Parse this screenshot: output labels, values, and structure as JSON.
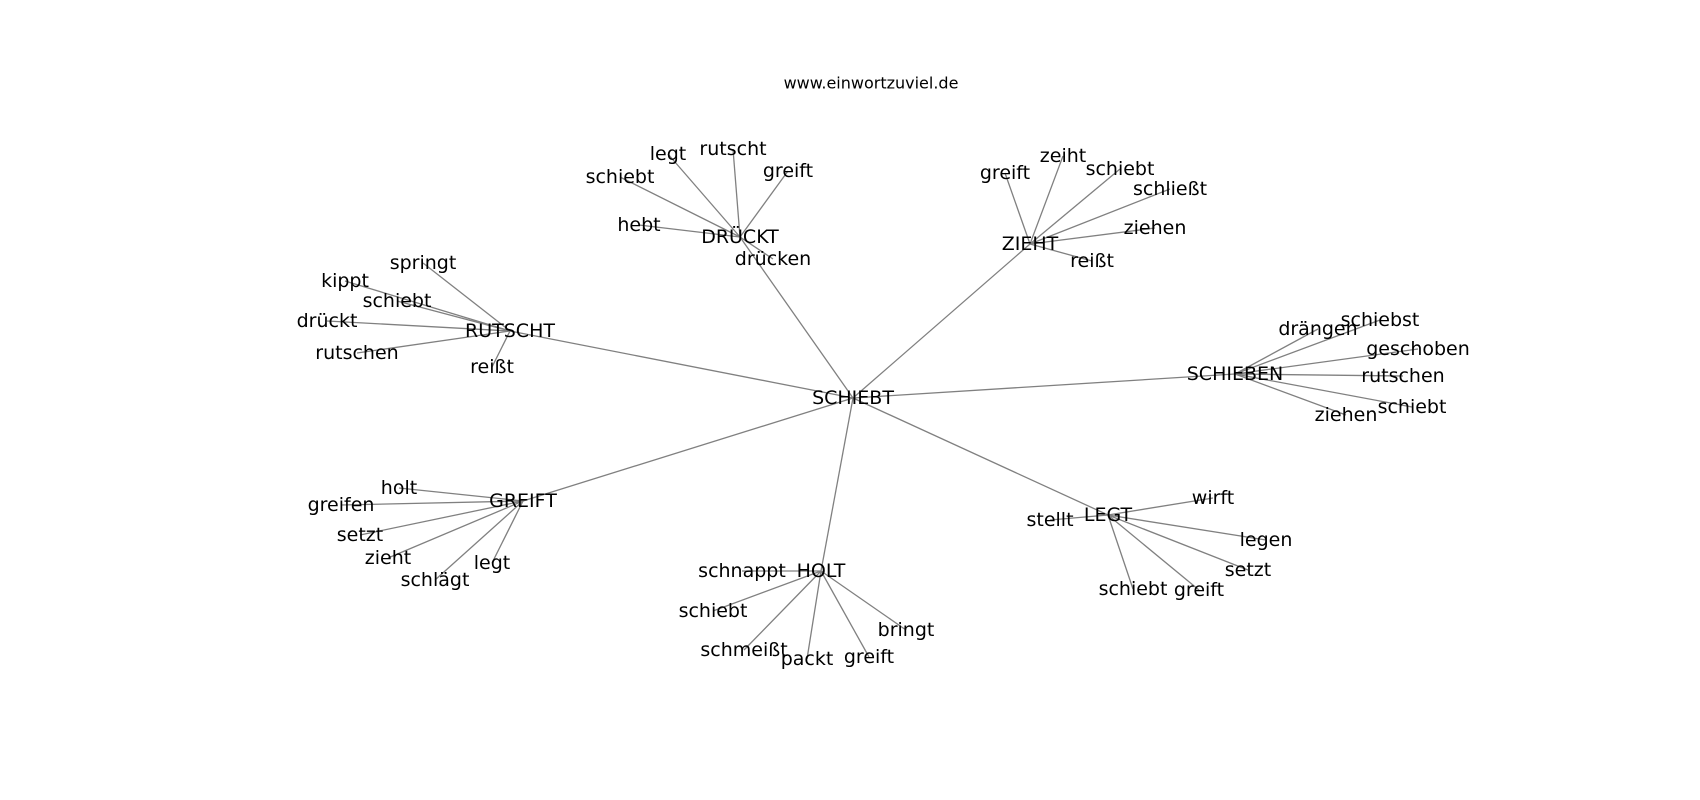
{
  "site_label": "www.einwortzuviel.de",
  "center": {
    "id": "SCHIEBT",
    "label": "SCHIEBT"
  },
  "groups": [
    {
      "id": "DRÜCKT",
      "label": "DRÜCKT",
      "words": [
        "legt",
        "rutscht",
        "schiebt",
        "greift",
        "hebt",
        "drücken"
      ]
    },
    {
      "id": "ZIEHT",
      "label": "ZIEHT",
      "words": [
        "zeiht",
        "greift",
        "schiebt",
        "schließt",
        "ziehen",
        "reißt"
      ]
    },
    {
      "id": "RUTSCHT",
      "label": "RUTSCHT",
      "words": [
        "springt",
        "kippt",
        "schiebt",
        "drückt",
        "rutschen",
        "reißt"
      ]
    },
    {
      "id": "SCHIEBEN",
      "label": "SCHIEBEN",
      "words": [
        "drängen",
        "schiebst",
        "geschoben",
        "rutschen",
        "schiebt",
        "ziehen"
      ]
    },
    {
      "id": "GREIFT",
      "label": "GREIFT",
      "words": [
        "holt",
        "greifen",
        "setzt",
        "zieht",
        "schlägt",
        "legt"
      ]
    },
    {
      "id": "LEGT",
      "label": "LEGT",
      "words": [
        "wirft",
        "stellt",
        "legen",
        "setzt",
        "schiebt",
        "greift"
      ]
    },
    {
      "id": "HOLT",
      "label": "HOLT",
      "words": [
        "schnappt",
        "schiebt",
        "bringt",
        "schmeißt",
        "packt",
        "greift"
      ]
    }
  ]
}
